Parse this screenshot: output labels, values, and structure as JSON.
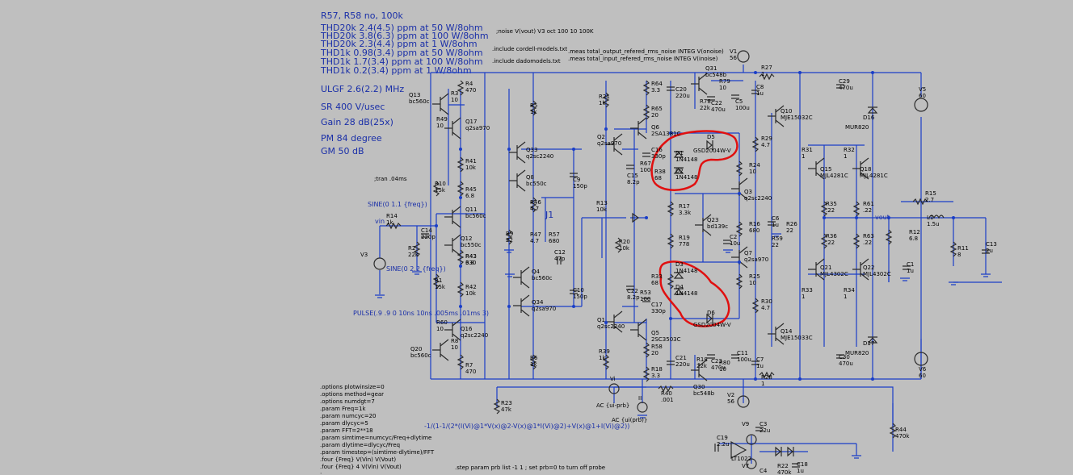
{
  "notes": {
    "title": "R57, R58  no, 100k",
    "thd": [
      "THD20k 2.4(4.5) ppm at 50 W/8ohm",
      "THD20k 3.8(6.3) ppm at 100 W/8ohm",
      "THD20k 2.3(4.4) ppm at 1 W/8ohm",
      "THD1k 0.98(3.4) ppm at 50 W/8ohm",
      "THD1k 1.7(3.4) ppm at 100 W/8ohm",
      "THD1k 0.2(3.4) ppm at 1 W/8ohm"
    ],
    "ulgf": "ULGF 2.6(2.2) MHz",
    "sr": "SR 400 V/usec",
    "gain": "Gain 28 dB(25x)",
    "pm": "PM  84 degree",
    "gm": "GM  50 dB"
  },
  "directives": {
    "noise": ";noise V(vout) V3 oct 100 10 100K",
    "include1": ".include cordell-models.txt",
    "include2": ".include dadomodels.txt",
    "meas1": ".meas total_output_refered_rms_noise INTEG V(onoise)",
    "meas2": ".meas total_input_refered_rms_noise INTEG V(inoise)",
    "tran": ";tran .04ms",
    "sine1": "SINE(0 1.1 {freq})",
    "sine2": "SINE(0 2.2 {freq})",
    "pulse": "PULSE(.9 .9 0 10ns 10ns .005ms .01ms 3)",
    "loopgain": "-1/(1-1/(2*(I(Vi)@1*V(x)@2-V(x)@1*I(Vi)@2)+V(x)@1+I(Vi)@2))",
    "step": ".step param prb list -1 1 ; set prb=0 to turn off probe",
    "setprb": "; set prb=0",
    "options": [
      ".options plotwinsize=0",
      ".options method=gear",
      ".options numdgt=7",
      ".param Freq=1k",
      ".param numcyc=20",
      ".param dlycyc=5",
      ".param FFT=2**18",
      ".param simtime=numcyc/Freq+dlytime",
      ".param dlytime=dlycyc/Freq",
      ".param timestep=(simtime-dlytime)/FFT",
      ".four {Freq} V(Vin) V(Vout)",
      ".four {Freq} 4 V(Vin) V(Vout)",
      ";"
    ]
  },
  "labels": {
    "vin": "vin",
    "vout": "vout",
    "j1": "J1",
    "ac1": "AC {ui-prb}",
    "ac2": "AC {ui(prb)}",
    "vi": "Vi",
    "ii": "II",
    "lt1022": "LT1022",
    "d5part": "GSD2004W-V",
    "d6part": "GSD2004W-V",
    "mur1": "MUR820",
    "mur2": "MUR820"
  },
  "components": [
    {
      "ref": "R4",
      "val": "470"
    },
    {
      "ref": "R3",
      "val": "10"
    },
    {
      "ref": "Q13",
      "val": "bc560c"
    },
    {
      "ref": "R49",
      "val": "10"
    },
    {
      "ref": "Q17",
      "val": "q2sa970"
    },
    {
      "ref": "R10",
      "val": "15k"
    },
    {
      "ref": "R41",
      "val": "10k"
    },
    {
      "ref": "R45",
      "val": "6.8"
    },
    {
      "ref": "Q11",
      "val": "bc560c"
    },
    {
      "ref": "R14",
      "val": "1k"
    },
    {
      "ref": "C14",
      "val": "220p"
    },
    {
      "ref": "R2",
      "val": "22k"
    },
    {
      "ref": "V3",
      "val": ""
    },
    {
      "ref": "Q12",
      "val": "bc550c"
    },
    {
      "ref": "R43",
      "val": "6.8"
    },
    {
      "ref": "R1",
      "val": "15k"
    },
    {
      "ref": "R42",
      "val": "10k"
    },
    {
      "ref": "R60",
      "val": "10"
    },
    {
      "ref": "Q16",
      "val": "q2sc2240"
    },
    {
      "ref": "Q20",
      "val": "bc560c"
    },
    {
      "ref": "R8",
      "val": "10"
    },
    {
      "ref": "R7",
      "val": "470"
    },
    {
      "ref": "R23",
      "val": "47k"
    },
    {
      "ref": "R5",
      "val": "1k"
    },
    {
      "ref": "Q33",
      "val": "q2sc2240"
    },
    {
      "ref": "Q8",
      "val": "bc550c"
    },
    {
      "ref": "R46",
      "val": "4.7"
    },
    {
      "ref": "R9",
      "val": "22"
    },
    {
      "ref": "R47",
      "val": "4.7"
    },
    {
      "ref": "R57",
      "val": "680"
    },
    {
      "ref": "Q4",
      "val": "bc560c"
    },
    {
      "ref": "Q34",
      "val": "q2sa970"
    },
    {
      "ref": "R6",
      "val": "1k"
    },
    {
      "ref": "C9",
      "val": "150p"
    },
    {
      "ref": "C12",
      "val": "47p"
    },
    {
      "ref": "C10",
      "val": "150p"
    },
    {
      "ref": "R43",
      "val": "330"
    },
    {
      "ref": "R13",
      "val": "10k"
    },
    {
      "ref": "R20",
      "val": "10k"
    },
    {
      "ref": "R21",
      "val": "1k"
    },
    {
      "ref": "Q2",
      "val": "q2sa970"
    },
    {
      "ref": "Q1",
      "val": "q2sc2240"
    },
    {
      "ref": "R39",
      "val": "1k"
    },
    {
      "ref": "R64",
      "val": "3.3"
    },
    {
      "ref": "R65",
      "val": "20"
    },
    {
      "ref": "Q6",
      "val": "2SA1381C"
    },
    {
      "ref": "C16",
      "val": "330p"
    },
    {
      "ref": "R67",
      "val": "100"
    },
    {
      "ref": "C15",
      "val": "8.2p"
    },
    {
      "ref": "R38",
      "val": "68"
    },
    {
      "ref": "D1",
      "val": "1N4148"
    },
    {
      "ref": "D2",
      "val": "1N4148"
    },
    {
      "ref": "D5",
      "val": ""
    },
    {
      "ref": "R17",
      "val": "3.3k"
    },
    {
      "ref": "Q23",
      "val": "bd139c"
    },
    {
      "ref": "R19",
      "val": "778"
    },
    {
      "ref": "D3",
      "val": "1N4148"
    },
    {
      "ref": "D4",
      "val": "1N4148"
    },
    {
      "ref": "D6",
      "val": ""
    },
    {
      "ref": "R33",
      "val": "68"
    },
    {
      "ref": "R53",
      "val": "100"
    },
    {
      "ref": "C17",
      "val": "330p"
    },
    {
      "ref": "C22",
      "val": "8.2p"
    },
    {
      "ref": "Q5",
      "val": "2SC3503C"
    },
    {
      "ref": "R58",
      "val": "20"
    },
    {
      "ref": "R18",
      "val": "3.3"
    },
    {
      "ref": "C20",
      "val": "220u"
    },
    {
      "ref": "R78",
      "val": "22k"
    },
    {
      "ref": "C22b",
      "val": "470u"
    },
    {
      "ref": "R79",
      "val": "10"
    },
    {
      "ref": "Q31",
      "val": "bc548b"
    },
    {
      "ref": "C5",
      "val": "100u"
    },
    {
      "ref": "C8",
      "val": "1u"
    },
    {
      "ref": "V1",
      "val": "56"
    },
    {
      "ref": "R27",
      "val": "1"
    },
    {
      "ref": "C21",
      "val": "220u"
    },
    {
      "ref": "R18b",
      "val": "22k"
    },
    {
      "ref": "C23",
      "val": "470u"
    },
    {
      "ref": "R80",
      "val": "10"
    },
    {
      "ref": "Q30",
      "val": "bc548b"
    },
    {
      "ref": "C11",
      "val": "100u"
    },
    {
      "ref": "C7",
      "val": "1u"
    },
    {
      "ref": "V2",
      "val": "56"
    },
    {
      "ref": "R28",
      "val": "1"
    },
    {
      "ref": "R40",
      "val": ".001"
    },
    {
      "ref": "R24",
      "val": "10"
    },
    {
      "ref": "Q3",
      "val": "q2sc2240"
    },
    {
      "ref": "R29",
      "val": "4.7"
    },
    {
      "ref": "R16",
      "val": "680"
    },
    {
      "ref": "C6",
      "val": "1u"
    },
    {
      "ref": "R59",
      "val": "22"
    },
    {
      "ref": "R26",
      "val": "22"
    },
    {
      "ref": "C2",
      "val": "10u"
    },
    {
      "ref": "Q7",
      "val": "q2sa970"
    },
    {
      "ref": "R25",
      "val": "10"
    },
    {
      "ref": "R30",
      "val": "4.7"
    },
    {
      "ref": "Q10",
      "val": "MJE15032C"
    },
    {
      "ref": "Q14",
      "val": "MJE15033C"
    },
    {
      "ref": "R31",
      "val": "1"
    },
    {
      "ref": "R32",
      "val": "1"
    },
    {
      "ref": "Q15",
      "val": "MJL4281C"
    },
    {
      "ref": "Q18",
      "val": "MJL4281C"
    },
    {
      "ref": "R35",
      "val": ".22"
    },
    {
      "ref": "R61",
      "val": ".22"
    },
    {
      "ref": "R36",
      "val": ".22"
    },
    {
      "ref": "R63",
      "val": ".22"
    },
    {
      "ref": "Q21",
      "val": "MJL4302C"
    },
    {
      "ref": "Q22",
      "val": "MJL4302C"
    },
    {
      "ref": "R33b",
      "val": "1"
    },
    {
      "ref": "R34",
      "val": "1"
    },
    {
      "ref": "C29",
      "val": "470u"
    },
    {
      "ref": "C30",
      "val": "470u"
    },
    {
      "ref": "D16",
      "val": ""
    },
    {
      "ref": "D17",
      "val": ""
    },
    {
      "ref": "V5",
      "val": "60"
    },
    {
      "ref": "V6",
      "val": "60"
    },
    {
      "ref": "R15",
      "val": "2.7"
    },
    {
      "ref": "L1",
      "val": "1.5u"
    },
    {
      "ref": "R12",
      "val": "6.8"
    },
    {
      "ref": "C1",
      "val": "1u"
    },
    {
      "ref": "R11",
      "val": "8"
    },
    {
      "ref": "C13",
      "val": "2u"
    },
    {
      "ref": "R44",
      "val": "470k"
    },
    {
      "ref": "C19",
      "val": "2.2u"
    },
    {
      "ref": "C3",
      "val": "22u"
    },
    {
      "ref": "V9",
      "val": ""
    },
    {
      "ref": "R22",
      "val": "470k"
    },
    {
      "ref": "C18",
      "val": "1u"
    },
    {
      "ref": "C4",
      "val": ""
    },
    {
      "ref": "V7",
      "val": ""
    }
  ]
}
